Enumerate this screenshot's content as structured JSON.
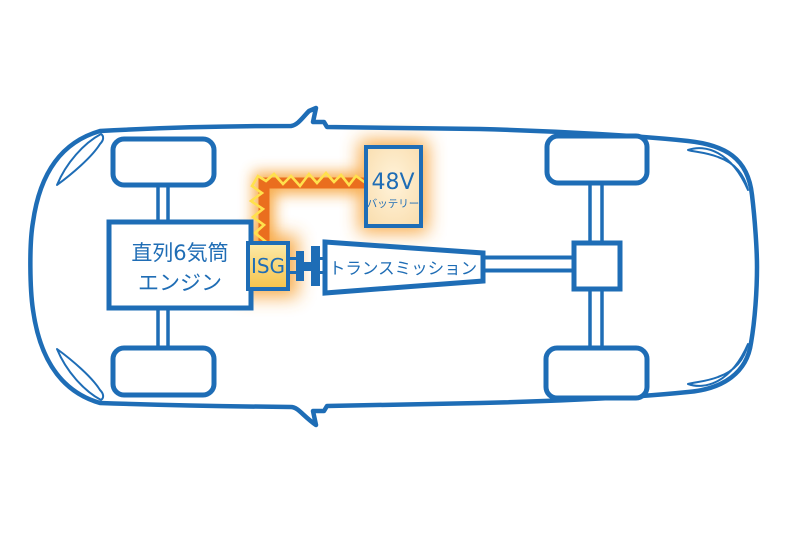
{
  "diagram": {
    "engine": {
      "label_line1": "直列6気筒",
      "label_line2": "エンジン"
    },
    "isg": {
      "label": "ISG"
    },
    "battery": {
      "label": "48V",
      "sublabel": "バッテリー"
    },
    "transmission": {
      "label": "トランスミッション"
    },
    "colors": {
      "background": "#ffffff",
      "line_blue": "#1e6db6",
      "text_blue": "#1f6db5",
      "cable_orange": "#ea6e1e",
      "zigzag_yellow": "#ffe14d",
      "glow_orange": "#f7a43a",
      "isg_fill_top": "#fdeaa8",
      "isg_fill_bottom": "#f5c34b",
      "battery_fill_center": "#fff3da",
      "battery_fill_edge": "#f9dcab"
    }
  }
}
